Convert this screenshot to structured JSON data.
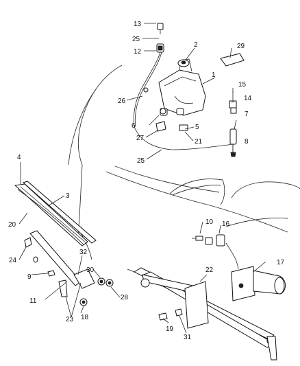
{
  "diagram": {
    "callouts": {
      "c1": "1",
      "c2": "2",
      "c3": "3",
      "c4": "4",
      "c5": "5",
      "c6": "6",
      "c7": "7",
      "c8": "8",
      "c9": "9",
      "c10": "10",
      "c11": "11",
      "c12": "12",
      "c13": "13",
      "c14": "14",
      "c15": "15",
      "c16": "16",
      "c17": "17",
      "c18": "18",
      "c19": "19",
      "c20": "20",
      "c21": "21",
      "c22": "22",
      "c23": "23",
      "c24": "24",
      "c25a": "25",
      "c25b": "25",
      "c26": "26",
      "c27": "27",
      "c28": "28",
      "c29": "29",
      "c30": "30",
      "c31": "31",
      "c32": "32"
    }
  }
}
